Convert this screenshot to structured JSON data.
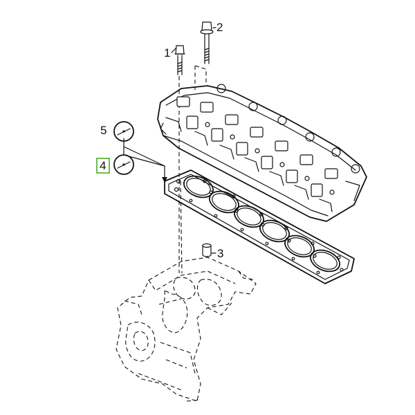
{
  "diagram": {
    "callouts": {
      "c1": "1",
      "c2": "2",
      "c3": "3",
      "c4": "4",
      "c5": "5"
    },
    "highlighted_callout": "4",
    "highlight_color": "#5fb832",
    "icons": [
      "gauge-icon",
      "gauge-icon"
    ]
  }
}
